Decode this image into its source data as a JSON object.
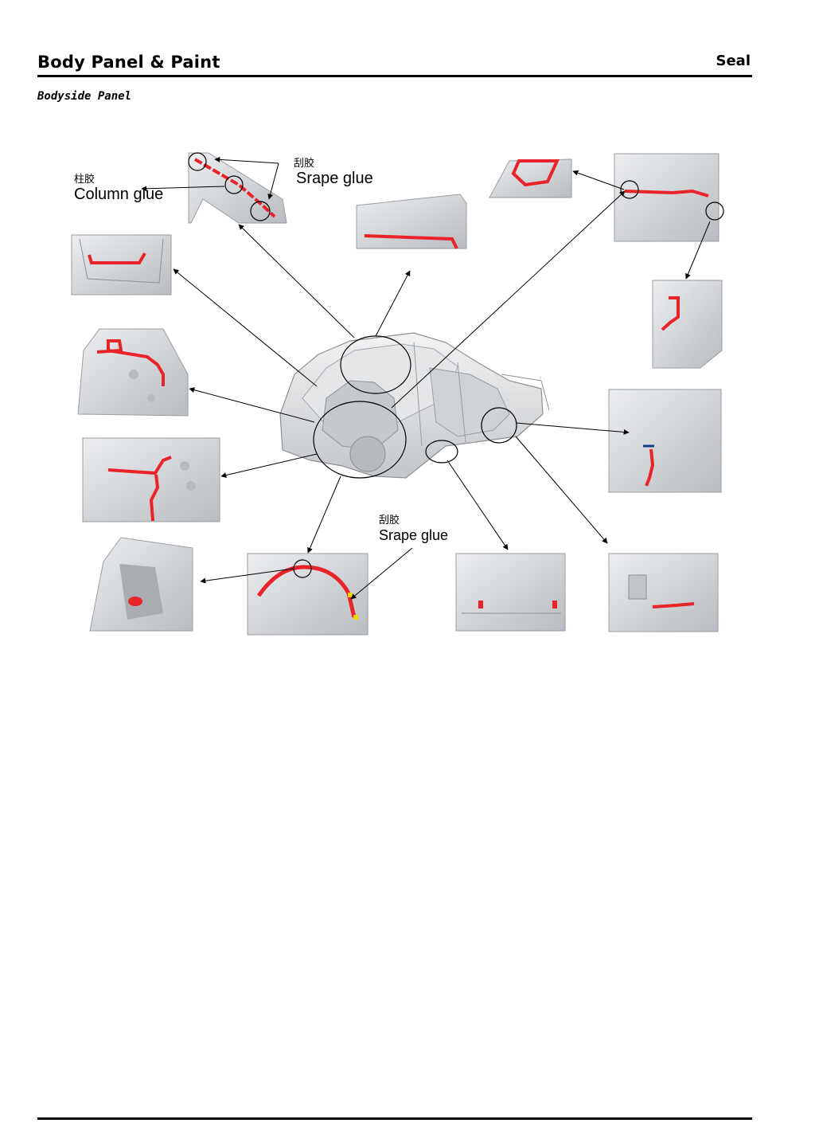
{
  "header": {
    "title": "Body Panel & Paint",
    "section": "Seal"
  },
  "subtitle": "Bodyside Panel",
  "callouts": {
    "column_glue": {
      "cn": "柱胶",
      "en": "Column glue"
    },
    "scrape_glue_top": {
      "cn": "刮胶",
      "en": "Srape glue"
    },
    "scrape_glue_bottom": {
      "cn": "刮胶",
      "en": "Srape glue"
    }
  },
  "colors": {
    "seal_line": "#e8232a",
    "accent_yellow": "#f2d400",
    "panel_gray": "#d6d8db",
    "line": "#000000"
  }
}
